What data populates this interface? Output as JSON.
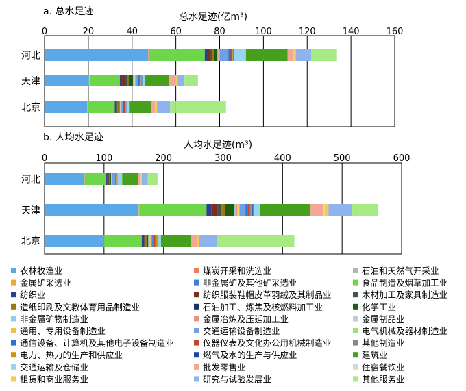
{
  "chart_data": [
    {
      "type": "bar",
      "panel_label": "a. 总水足迹",
      "title": "总水足迹(亿m³)",
      "orientation": "horizontal-stacked",
      "xlim": [
        0,
        160
      ],
      "xticks": [
        0,
        20,
        40,
        60,
        80,
        100,
        120,
        140,
        160
      ],
      "categories": [
        "河北",
        "天津",
        "北京"
      ],
      "grid": "vertical",
      "segments": {
        "河北": [
          47.3,
          0.2,
          0.1,
          0.1,
          25.5,
          1.4,
          1.3,
          0.8,
          0.8,
          1.5,
          0.3,
          0.2,
          0.3,
          0.2,
          4.0,
          1.0,
          0.6,
          0.3,
          0.4,
          0.2,
          5.5,
          19.0,
          2.6,
          0.2,
          1.0,
          7.0,
          0.3,
          11.5
        ],
        "天津": [
          20.3,
          0.1,
          0.1,
          0.1,
          13.8,
          1.0,
          1.4,
          0.8,
          0.8,
          2.0,
          0.4,
          0.2,
          0.3,
          0.2,
          1.4,
          0.5,
          0.5,
          0.2,
          0.3,
          0.2,
          1.4,
          11.0,
          2.8,
          0.2,
          0.8,
          3.0,
          0.3,
          6.0
        ],
        "北京": [
          19.5,
          0.1,
          0.1,
          0.1,
          12.3,
          0.3,
          0.6,
          0.3,
          0.4,
          0.6,
          0.2,
          0.1,
          0.3,
          0.2,
          0.6,
          0.2,
          0.8,
          0.2,
          0.4,
          0.1,
          1.2,
          10.0,
          2.0,
          0.2,
          0.6,
          6.0,
          2.5,
          23.0
        ]
      }
    },
    {
      "type": "bar",
      "panel_label": "b. 人均水足迹",
      "title": "人均水足迹(m³)",
      "orientation": "horizontal-stacked",
      "xlim": [
        0,
        600
      ],
      "xticks": [
        0,
        100,
        200,
        300,
        400,
        500,
        600
      ],
      "categories": [
        "河北",
        "天津",
        "北京"
      ],
      "grid": "vertical",
      "segments": {
        "河北": [
          67,
          0.3,
          0.2,
          0.2,
          36,
          2,
          2,
          1,
          1,
          2,
          0.5,
          0.3,
          0.5,
          0.3,
          5.6,
          1.4,
          0.9,
          0.4,
          0.6,
          0.3,
          8,
          27,
          4,
          0.3,
          1.5,
          10,
          0.5,
          16
        ],
        "天津": [
          157,
          0.8,
          0.8,
          0.6,
          113,
          8,
          11,
          6,
          6,
          16,
          3,
          1.5,
          2.5,
          1.5,
          10,
          3.5,
          4,
          1.5,
          2.5,
          1.5,
          11,
          85,
          22,
          1.5,
          7,
          40,
          2.5,
          40
        ],
        "北京": [
          99,
          0.5,
          0.5,
          0.3,
          63,
          1.5,
          3,
          1.5,
          2,
          3,
          1,
          0.5,
          1.5,
          1,
          3,
          1,
          4,
          1,
          2,
          0.5,
          6,
          50,
          10,
          1,
          3,
          30,
          13,
          117
        ]
      }
    }
  ],
  "legend": [
    {
      "label": "农林牧渔业",
      "color": "#5aa9e6"
    },
    {
      "label": "煤炭开采和洗选业",
      "color": "#f07c5c"
    },
    {
      "label": "石油和天然气开采业",
      "color": "#a9b9b9"
    },
    {
      "label": "金属矿采选业",
      "color": "#f0a830"
    },
    {
      "label": "非金属矿及其他矿采选业",
      "color": "#3b7ddd"
    },
    {
      "label": "食品制造及烟草加工业",
      "color": "#6dd64a"
    },
    {
      "label": "纺织业",
      "color": "#2e3f8f"
    },
    {
      "label": "纺织服装鞋帽皮革羽绒及其制品业",
      "color": "#7d2e1a"
    },
    {
      "label": "木材加工及家具制造业",
      "color": "#3f5450"
    },
    {
      "label": "造纸印刷及文教体育用品制造业",
      "color": "#9a7a10"
    },
    {
      "label": "石油加工、炼焦及核燃料加工业",
      "color": "#1b2f6a"
    },
    {
      "label": "化学工业",
      "color": "#1e5e0e"
    },
    {
      "label": "非金属矿物制造业",
      "color": "#8ccfe8"
    },
    {
      "label": "金属冶炼及压延加工业",
      "color": "#f0907a"
    },
    {
      "label": "金属制品业",
      "color": "#c2cbcb"
    },
    {
      "label": "通用、专用设备制造业",
      "color": "#f5c040"
    },
    {
      "label": "交通运输设备制造业",
      "color": "#6f9fe6"
    },
    {
      "label": "电气机械及器材制造业",
      "color": "#9be27a"
    },
    {
      "label": "通信设备、计算机及其他电子设备制造业",
      "color": "#2f6fd0"
    },
    {
      "label": "仪器仪表及文化办公用机械制造业",
      "color": "#c0482a"
    },
    {
      "label": "其他制造业",
      "color": "#7d8c8c"
    },
    {
      "label": "电力、热力的生产和供应业",
      "color": "#c8960e"
    },
    {
      "label": "燃气及水的生产与供应业",
      "color": "#1d43a8"
    },
    {
      "label": "建筑业",
      "color": "#46a01e"
    },
    {
      "label": "交通运输及仓储业",
      "color": "#96d4ef"
    },
    {
      "label": "批发零售业",
      "color": "#f3a795"
    },
    {
      "label": "住宿餐饮业",
      "color": "#d3d8d8"
    },
    {
      "label": "租赁和商业服务业",
      "color": "#f5cb55"
    },
    {
      "label": "研究与试验发展业",
      "color": "#8fb3ee"
    },
    {
      "label": "其他服务业",
      "color": "#a6ea84"
    }
  ],
  "segment_legend_index": [
    0,
    1,
    2,
    3,
    5,
    6,
    7,
    8,
    9,
    11,
    12,
    13,
    14,
    15,
    16,
    18,
    19,
    20,
    21,
    22,
    24,
    23,
    25,
    26,
    27,
    28,
    29,
    29
  ]
}
